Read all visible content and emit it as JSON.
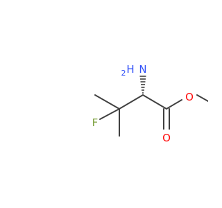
{
  "molecule": {
    "colors": {
      "bond": "#404040",
      "nitrogen": "#3050F8",
      "oxygen": "#FF0D0D",
      "fluorine": "#7BA03C",
      "background": "#ffffff"
    },
    "atoms": [
      {
        "key": "n_label",
        "symbol": "N",
        "element": "nitrogen"
      },
      {
        "key": "nh2_h",
        "symbol": "H",
        "element": "nitrogen"
      },
      {
        "key": "nh2_h_count",
        "symbol": "2",
        "element": "nitrogen"
      },
      {
        "key": "o_ester",
        "symbol": "O",
        "element": "oxygen"
      },
      {
        "key": "o_carbonyl",
        "symbol": "O",
        "element": "oxygen"
      },
      {
        "key": "f_label",
        "symbol": "F",
        "element": "fluorine"
      }
    ],
    "stereo": "wedge-hashed"
  }
}
